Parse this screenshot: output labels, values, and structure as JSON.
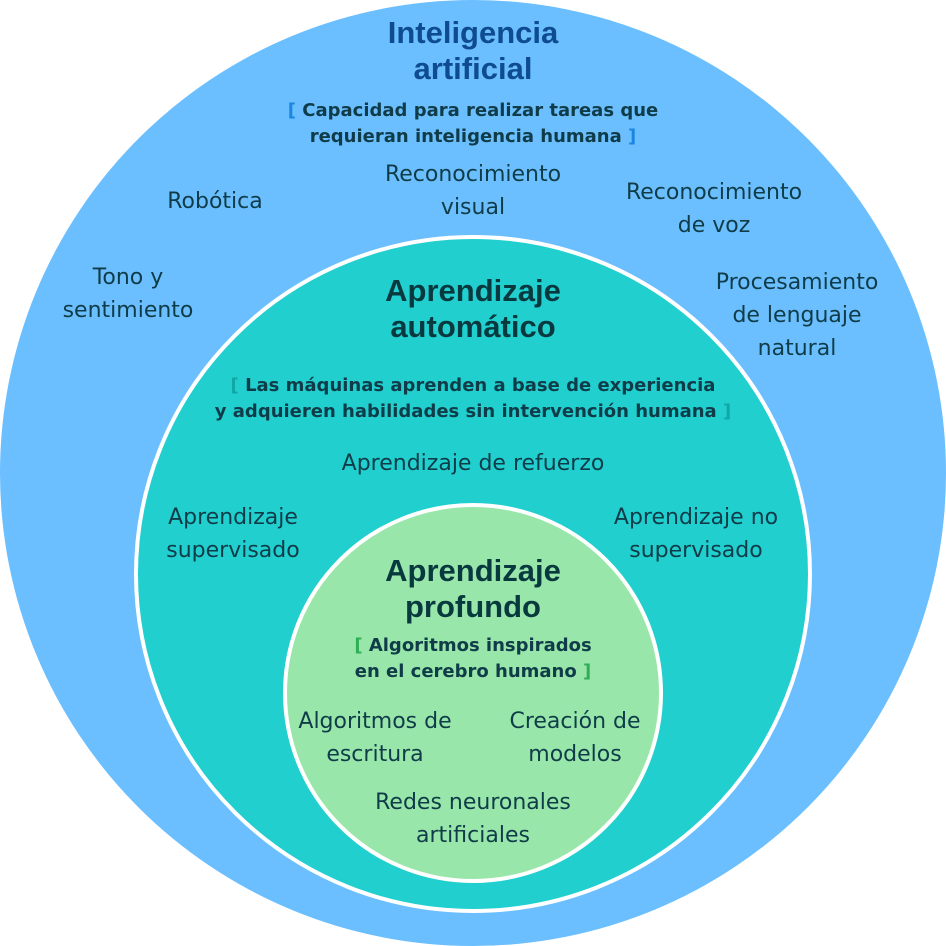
{
  "colors": {
    "ai_fill": "#6bbfff",
    "ml_fill": "#21cfcf",
    "dl_fill": "#98e6a9",
    "ai_title": "#0e4c8f",
    "ml_title": "#08393f",
    "dl_title": "#08393f",
    "ai_bracket": "#1a86e0",
    "ml_bracket": "#12a7a7",
    "dl_bracket": "#2fae55",
    "text": "#0f3c48"
  },
  "ai": {
    "title": "Inteligencia\nartificial",
    "description_line1": "Capacidad para realizar tareas que",
    "description_line2": "requieran inteligencia humana",
    "items": {
      "robotica": "Robótica",
      "reconocimiento_visual": "Reconocimiento\nvisual",
      "reconocimiento_voz": "Reconocimiento\nde voz",
      "tono_sentimiento": "Tono y\nsentimiento",
      "procesamiento_lenguaje": "Procesamiento\nde lenguaje\nnatural"
    }
  },
  "ml": {
    "title": "Aprendizaje\nautomático",
    "description_line1": "Las máquinas aprenden a base de experiencia",
    "description_line2": "y adquieren habilidades sin intervención humana",
    "items": {
      "refuerzo": "Aprendizaje de refuerzo",
      "supervisado": "Aprendizaje\nsupervisado",
      "no_supervisado": "Aprendizaje no\nsupervisado"
    }
  },
  "dl": {
    "title": "Aprendizaje\nprofundo",
    "description_line1": "Algoritmos inspirados",
    "description_line2": "en el cerebro humano",
    "items": {
      "escritura": "Algoritmos de\nescritura",
      "modelos": "Creación de\nmodelos",
      "redes": "Redes neuronales\nartificiales"
    }
  },
  "brackets": {
    "open": "[",
    "close": "]"
  }
}
